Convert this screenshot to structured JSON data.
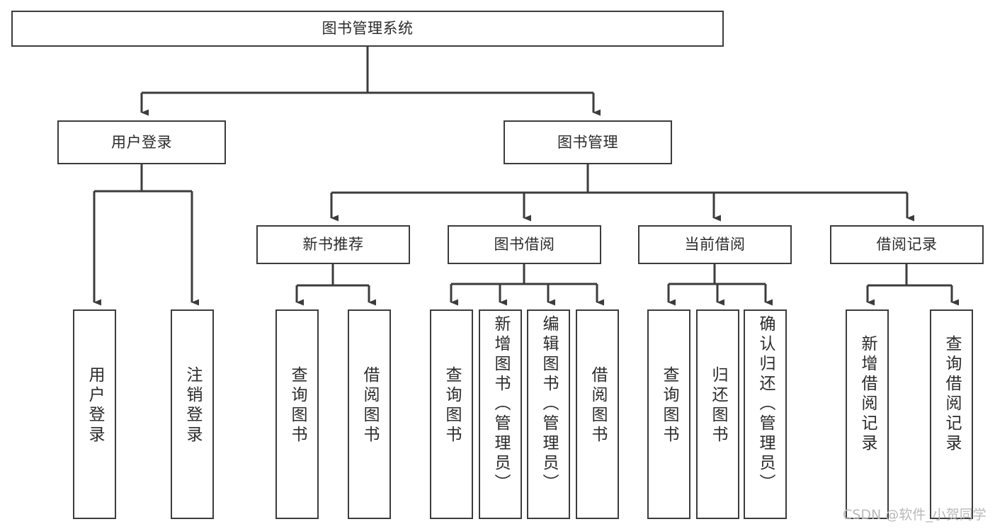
{
  "diagram": {
    "type": "tree-hierarchy",
    "title": "图书管理系统",
    "background_color": "#ffffff",
    "line_color": "#3c3c3c",
    "text_color": "#2b2b2b",
    "watermark": "CSDN @软件_小贺同学",
    "nodes": {
      "root": {
        "label": "图书管理系统"
      },
      "level2": [
        {
          "id": "user-login",
          "label": "用户登录"
        },
        {
          "id": "book-manage",
          "label": "图书管理"
        }
      ],
      "level3": [
        {
          "id": "new-book-recommend",
          "label": "新书推荐"
        },
        {
          "id": "book-borrow",
          "label": "图书借阅"
        },
        {
          "id": "current-borrow",
          "label": "当前借阅"
        },
        {
          "id": "borrow-record",
          "label": "借阅记录"
        }
      ],
      "leaves": {
        "user_login": [
          {
            "id": "leaf-user-login",
            "label": "用户登录"
          },
          {
            "id": "leaf-logout",
            "label": "注销登录"
          }
        ],
        "new_book_recommend": [
          {
            "id": "leaf-query-book-1",
            "label": "查询图书"
          },
          {
            "id": "leaf-borrow-book-1",
            "label": "借阅图书"
          }
        ],
        "book_borrow": [
          {
            "id": "leaf-query-book-2",
            "label": "查询图书"
          },
          {
            "id": "leaf-add-book",
            "label": "新增图书（管理员）"
          },
          {
            "id": "leaf-edit-book",
            "label": "编辑图书（管理员）"
          },
          {
            "id": "leaf-borrow-book-2",
            "label": "借阅图书"
          }
        ],
        "current_borrow": [
          {
            "id": "leaf-query-book-3",
            "label": "查询图书"
          },
          {
            "id": "leaf-return-book",
            "label": "归还图书"
          },
          {
            "id": "leaf-confirm-return",
            "label": "确认归还（管理员）"
          }
        ],
        "borrow_record": [
          {
            "id": "leaf-add-record",
            "label": "新增借阅记录"
          },
          {
            "id": "leaf-query-record",
            "label": "查询借阅记录"
          }
        ]
      }
    }
  }
}
